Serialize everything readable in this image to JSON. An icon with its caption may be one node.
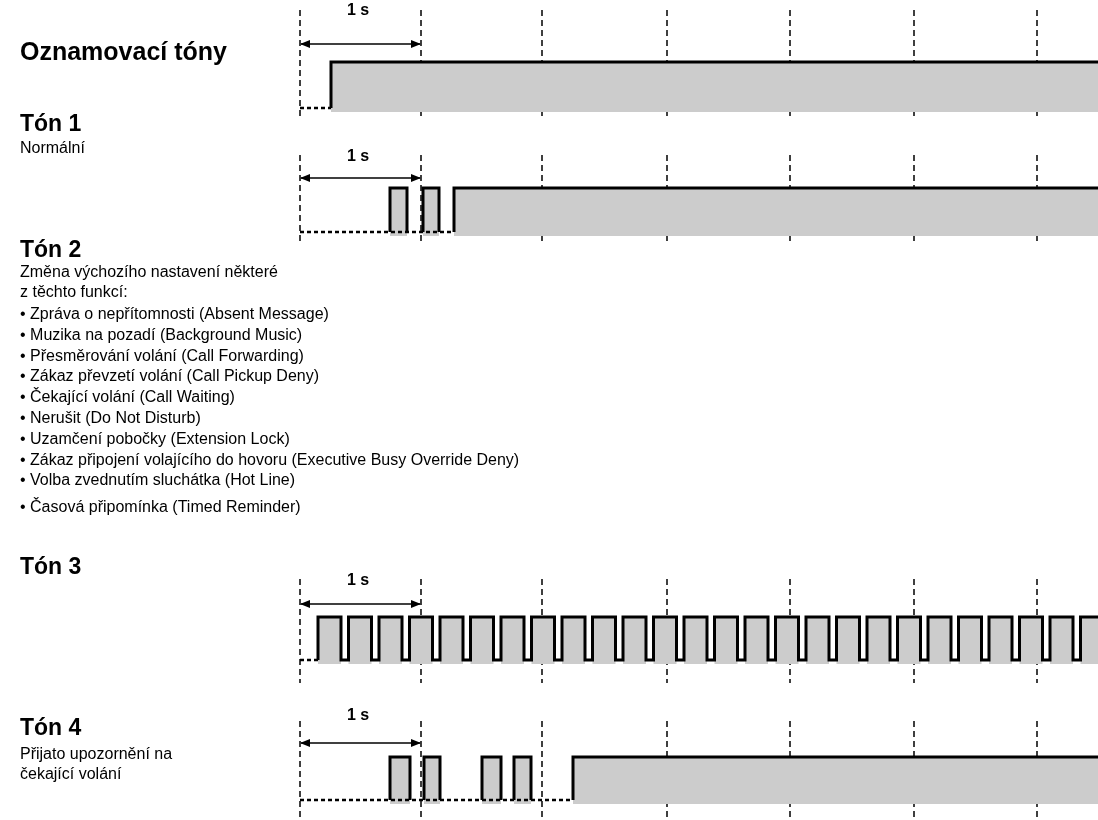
{
  "diagram": {
    "title": "Oznamovací tóny",
    "labels": [
      "1 s",
      "Tón 1",
      "Normální",
      "1 s",
      "Tón 2",
      "Změna výchozího nastavení některé z těchto funkcí:",
      "• Zpráva o nepřítomnosti (Absent Message)",
      "• Muzika na pozadí (Background Music)",
      "• Přesměrování volání (Call Forwarding)",
      "• Zákaz převzetí volání (Call Pickup Deny)",
      "• Čekající volání (Call Waiting)",
      "• Nerušit (Do Not Disturb)",
      "• Uzamčení pobočky (Extension Lock)",
      "• Zákaz připojení volajícího do hovoru (Executive Busy Override Deny)",
      "• Volba zvednutím sluchátka (Hot Line)",
      "• Časová připomínka (Timed Reminder)",
      "1 s",
      "Tón 3",
      "1 s",
      "Tón 4",
      "Přijato upozornění na čekající volání"
    ]
  }
}
